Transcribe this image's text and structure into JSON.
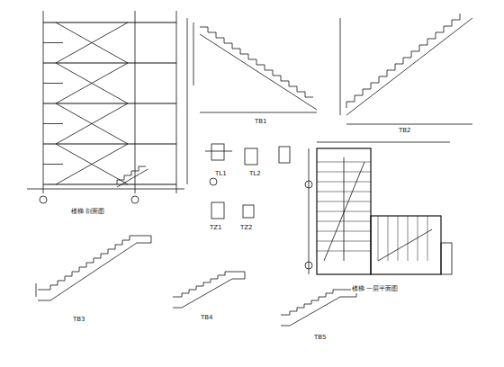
{
  "diagram": {
    "labels": [
      "楼梯 剖面图",
      "TB1",
      "TB2",
      "TL1",
      "TL2",
      "TZ1",
      "TZ2",
      "楼梯 一层平面图",
      "TB3",
      "TB4",
      "TB5"
    ]
  }
}
